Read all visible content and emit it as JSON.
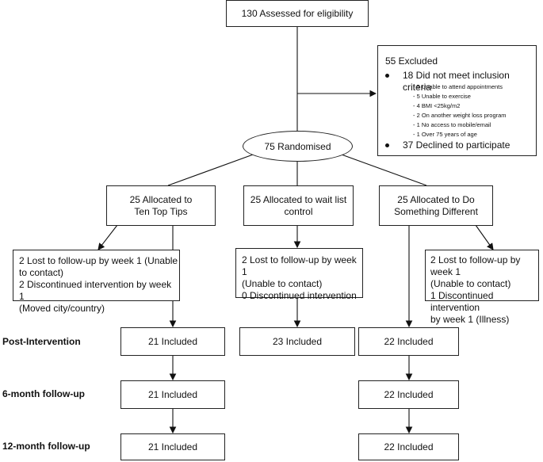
{
  "assessed": "130 Assessed for eligibility",
  "excluded": {
    "title": "55 Excluded",
    "criteria": "18 Did not meet inclusion criteria",
    "reasons": [
      "- 5 Unable to attend appointments",
      "- 5 Unable to exercise",
      "- 4 BMI <25kg/m2",
      "- 2 On another weight loss program",
      "- 1 No access to mobile/email",
      "- 1 Over 75 years of age"
    ],
    "declined": "37 Declined to participate"
  },
  "randomised": "75 Randomised",
  "arms": [
    {
      "allocated": [
        "25 Allocated to",
        "Ten Top Tips"
      ],
      "lost": [
        "2 Lost to follow-up by week 1 (Unable",
        "to contact)",
        "2 Discontinued intervention by week 1",
        "(Moved city/country)"
      ],
      "post": "21 Included",
      "six": "21 Included",
      "twelve": "21 Included"
    },
    {
      "allocated": [
        "25 Allocated to wait list",
        "control"
      ],
      "lost": [
        "2 Lost to follow-up by week 1",
        "(Unable to contact)",
        "0 Discontinued intervention"
      ],
      "post": "23 Included"
    },
    {
      "allocated": [
        "25 Allocated to Do",
        "Something Different"
      ],
      "lost": [
        "2 Lost to follow-up by week 1",
        "(Unable to contact)",
        "1 Discontinued intervention",
        "by week 1 (Illness)"
      ],
      "post": "22 Included",
      "six": "22 Included",
      "twelve": "22 Included"
    }
  ],
  "stages": {
    "post": "Post-Intervention",
    "six": "6-month follow-up",
    "twelve": "12-month follow-up"
  }
}
